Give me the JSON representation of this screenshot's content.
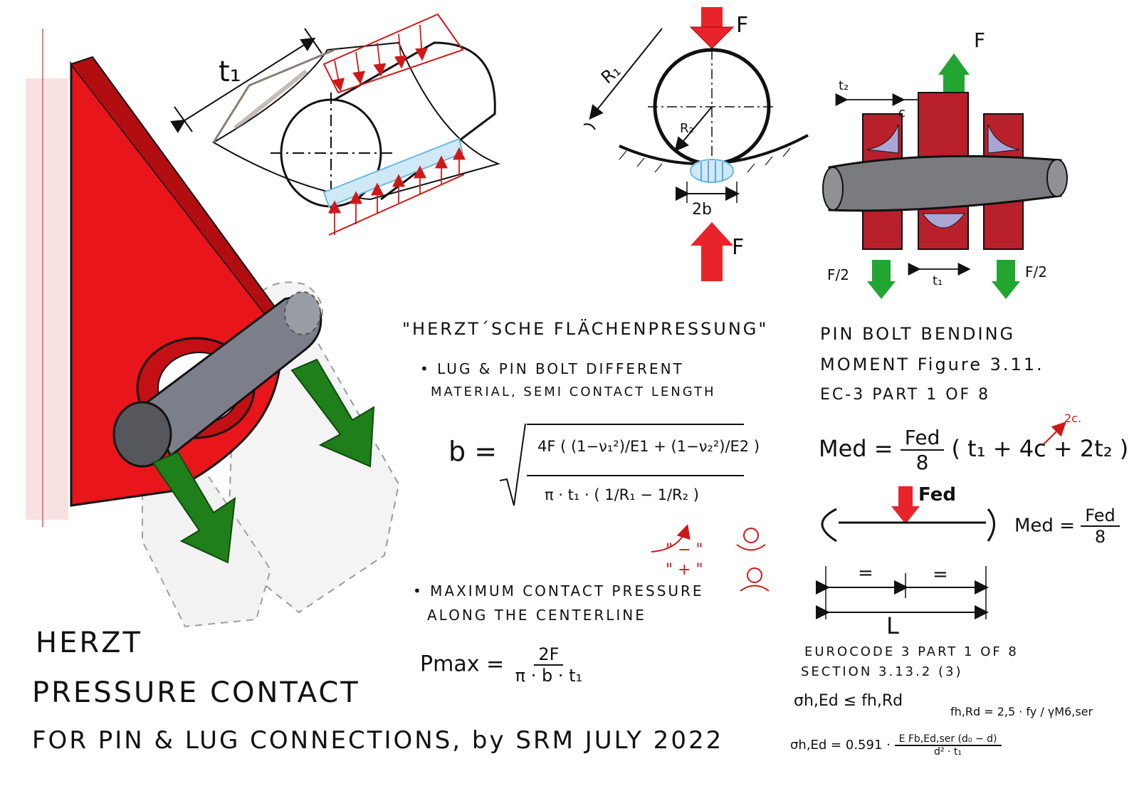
{
  "colors": {
    "lug_red": "#e8151a",
    "arrow_green": "#1f7f1a",
    "arrow_red": "#e8242a",
    "pin_grey": "#6e6e72",
    "pressure_blue": "#8fd0f0",
    "ink": "#111111"
  },
  "labels": {
    "t1": "t₁",
    "F_top": "F",
    "F_bottom": "F",
    "R1": "R₁",
    "R2": "R₂",
    "two_b": "2b",
    "F_up": "F",
    "t2": "t₂",
    "c": "c",
    "F_half_left": "F/2",
    "F_half_right": "F/2",
    "t1_small": "t₁",
    "Fed": "Fed",
    "eq_left": "=",
    "eq_right": "=",
    "L": "L"
  },
  "headings": {
    "hertz_quote": "\"HERZT´SCHE FLÄCHENPRESSUNG\"",
    "bullet1_line1": "LUG & PIN BOLT DIFFERENT",
    "bullet1_line2": "MATERIAL, SEMI CONTACT LENGTH",
    "bullet2_line1": "MAXIMUM CONTACT PRESSURE",
    "bullet2_line2": "ALONG THE CENTERLINE",
    "pin_title_1": "PIN BOLT BENDING",
    "pin_title_2": "MOMENT Figure 3.11.",
    "pin_title_3": "EC-3 PART 1 OF 8",
    "euro_1": "EUROCODE 3 PART 1 OF 8",
    "euro_2": "SECTION 3.13.2 (3)"
  },
  "formulas": {
    "b_lhs": "b =",
    "b_num": "4F ( (1−ν₁²)/E1 + (1−ν₂²)/E2 )",
    "b_den": "π · t₁ · ( 1/R₁ − 1/R₂ )",
    "sign_minus": "\" − \"",
    "sign_plus": "\" + \"",
    "pmax_lhs": "Pmax =",
    "pmax_num": "2F",
    "pmax_den": "π · b · t₁",
    "med_lhs": "Med =",
    "med_num": "Fed",
    "med_den": "8",
    "med_rhs": "( t₁ + 4c + 2t₂ )",
    "two_c": "2c.",
    "med2_lhs": "Med =",
    "med2_num": "Fed",
    "med2_den": "8",
    "sigma_check": "σh,Ed ≤ fh,Rd",
    "fhrd": "fh,Rd = 2,5 · fy / γM6,ser",
    "sigma_lhs": "σh,Ed = 0.591 ·",
    "sigma_num": "E Fb,Ed,ser (d₀ − d)",
    "sigma_den": "d² · t₁"
  },
  "title": {
    "line1": "HERZT",
    "line2": "PRESSURE CONTACT",
    "line3": "FOR PIN & LUG CONNECTIONS, by SRM JULY 2022"
  }
}
